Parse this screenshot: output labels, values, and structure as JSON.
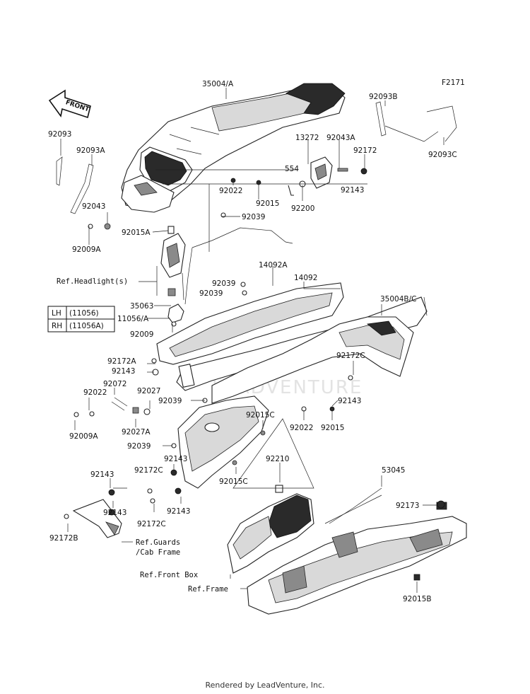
{
  "diagram_id": "F2171",
  "front_label": "FRONT",
  "watermark": "LEADVENTURE",
  "footer": "Rendered by LeadVenture, Inc.",
  "side_table": {
    "rows": [
      {
        "side": "LH",
        "part": "(11056)"
      },
      {
        "side": "RH",
        "part": "(11056A)"
      }
    ]
  },
  "refs": {
    "headlight": "Ref.Headlight(s)",
    "guards": "Ref.Guards",
    "cab_frame": "/Cab Frame",
    "front_box": "Ref.Front Box",
    "frame": "Ref.Frame"
  },
  "parts": {
    "p35004A": "35004/A",
    "p92093B": "92093B",
    "p92093": "92093",
    "p92093A": "92093A",
    "p92093C": "92093C",
    "p13272": "13272",
    "p92043A": "92043A",
    "p92172_top": "92172",
    "p554": "554",
    "p92143_top": "92143",
    "p92022_top": "92022",
    "p92015_top": "92015",
    "p92200": "92200",
    "p92043": "92043",
    "p92039_top": "92039",
    "p92009A_top": "92009A",
    "p92015A": "92015A",
    "p14092A": "14092A",
    "p14092": "14092",
    "p92039_a": "92039",
    "p92039_b": "92039",
    "p35063": "35063",
    "p11056A": "11056/A",
    "p35004BC": "35004B/C",
    "p92009": "92009",
    "p92172A": "92172A",
    "p92143_mid": "92143",
    "p92172C_right": "92172C",
    "p92072": "92072",
    "p92022_left": "92022",
    "p92027": "92027",
    "p92039_mid": "92039",
    "p92143_right": "92143",
    "p92009A_mid": "92009A",
    "p92027A": "92027A",
    "p92015C_top": "92015C",
    "p92022_right": "92022",
    "p92015_right": "92015",
    "p92039_low": "92039",
    "p92210": "92210",
    "p92143_low1": "92143",
    "p92143_low2": "92143",
    "p92172C_low1": "92172C",
    "p92015C_low": "92015C",
    "p53045": "53045",
    "p92143_low3": "92143",
    "p92172C_low2": "92172C",
    "p92172B": "92172B",
    "p92173": "92173",
    "p92015B": "92015B"
  }
}
